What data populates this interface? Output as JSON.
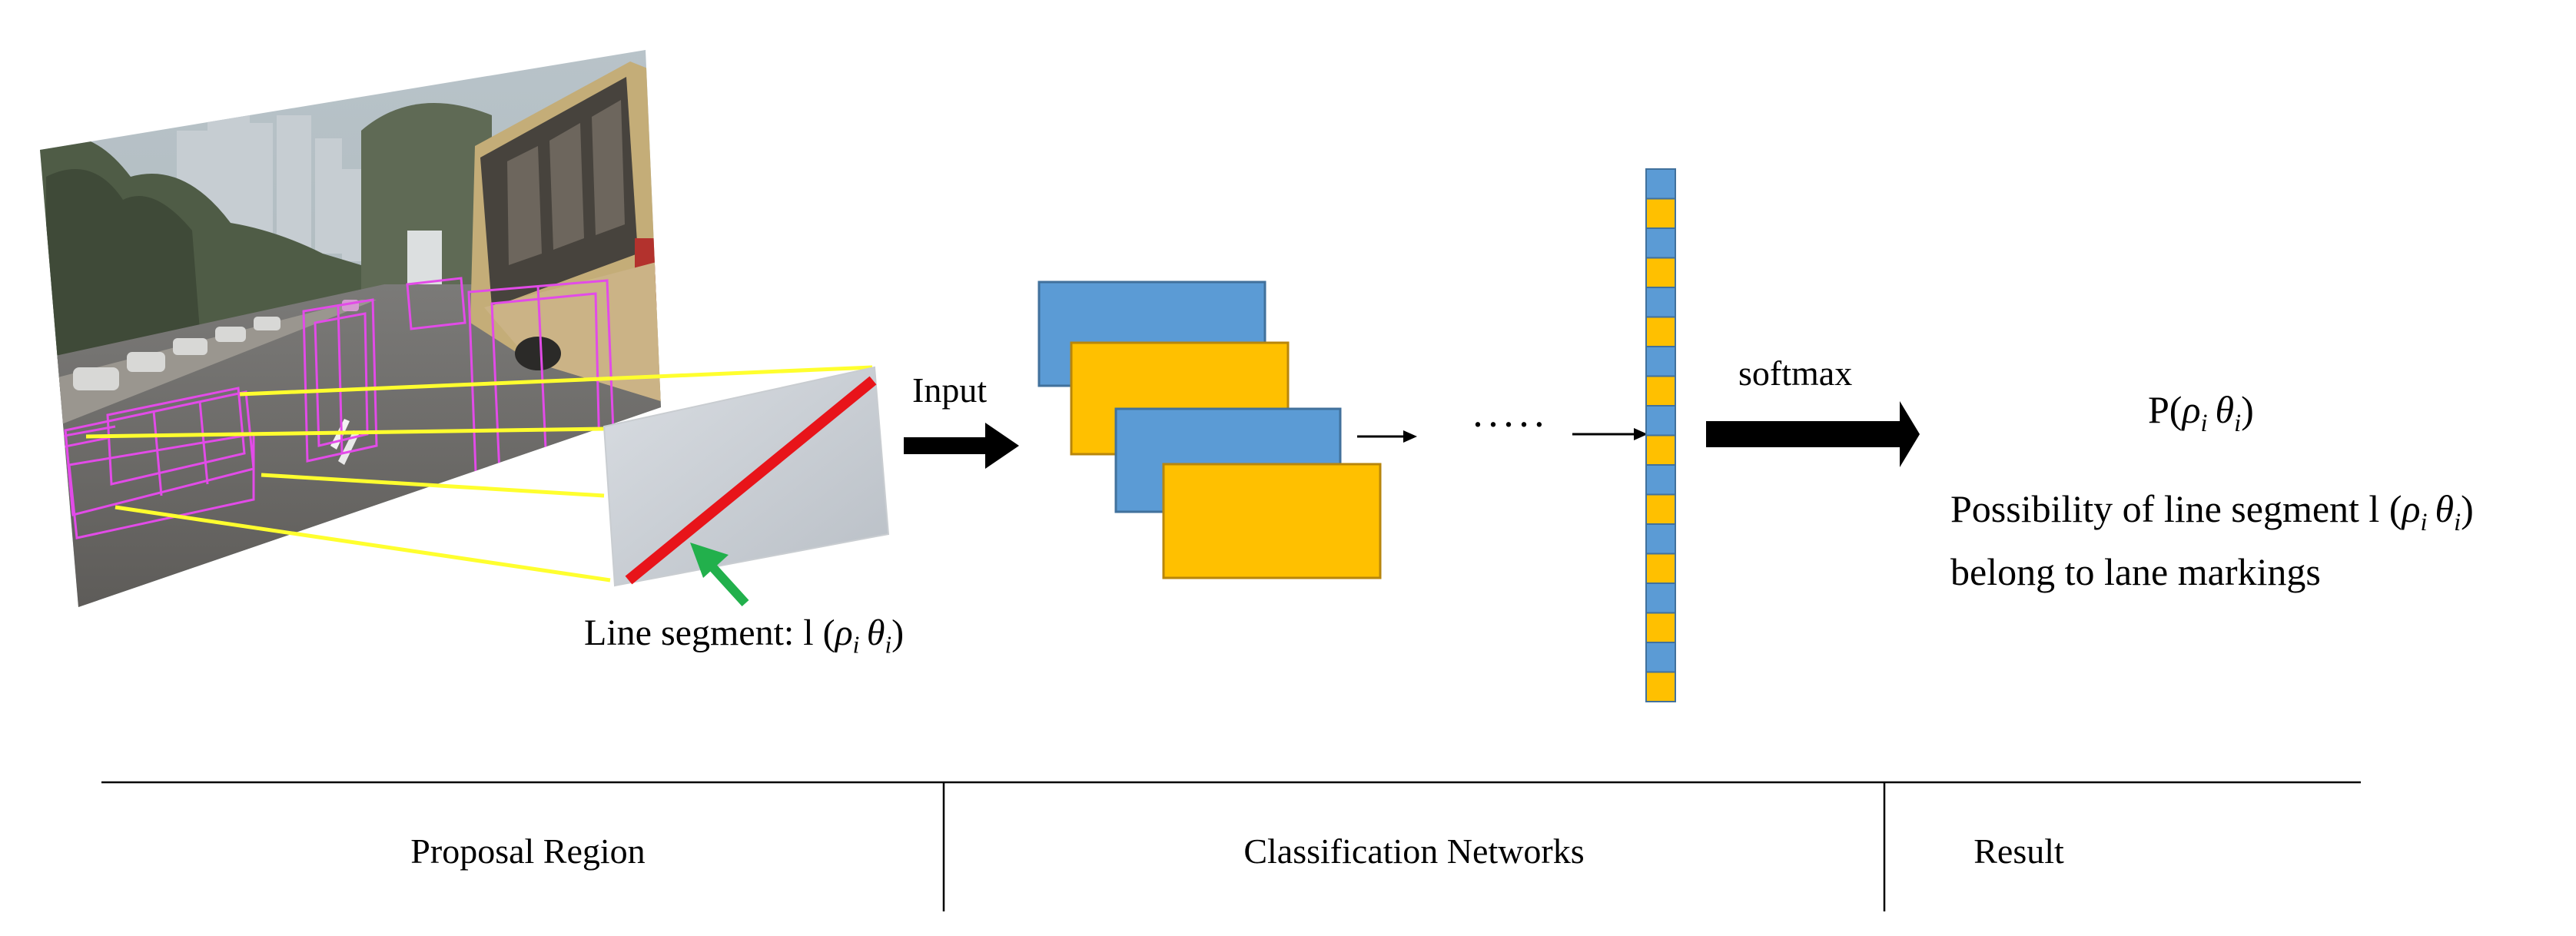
{
  "colors": {
    "blue_map": "#5b9bd5",
    "orange_map": "#ffc000",
    "magenta_box": "#e24be8",
    "projection_line": "#ffff2e",
    "segment_red": "#e8141a",
    "arrow_green": "#22b04c"
  },
  "flow": {
    "input_label": "Input",
    "dots": "·····",
    "softmax_label": "softmax"
  },
  "proposal": {
    "line_segment_prefix": "Line segment: l (",
    "rho": "ρ",
    "theta": "θ",
    "sub_i": "i",
    "close": ")"
  },
  "result": {
    "prob_prefix": "P(",
    "prob_close": ")",
    "desc_line1_prefix": "Possibility of line segment l (",
    "desc_line1_close": ")",
    "desc_line2": "belong to lane markings"
  },
  "sections": {
    "proposal": "Proposal Region",
    "classification": "Classification Networks",
    "result": "Result"
  }
}
